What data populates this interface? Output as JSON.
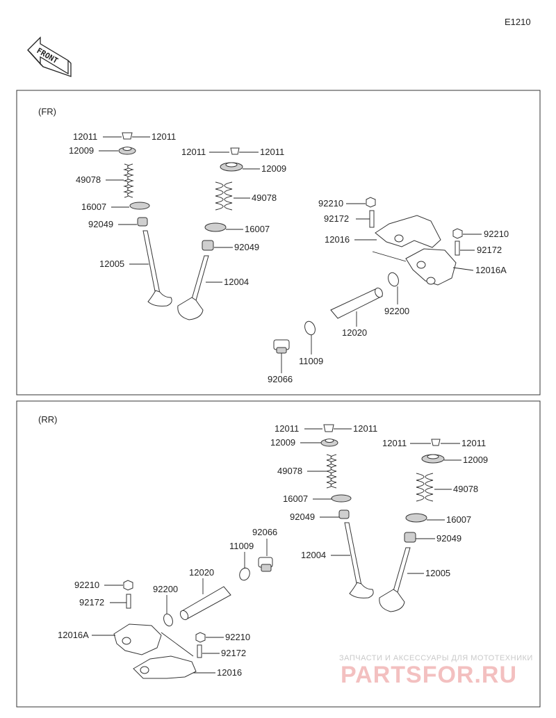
{
  "diagram_code": "E1210",
  "front_arrow": "FRONT",
  "sections": {
    "front": {
      "label": "(FR)"
    },
    "rear": {
      "label": "(RR)"
    }
  },
  "callouts": {
    "fr": {
      "a1": "12011",
      "a2": "12011",
      "a3": "12009",
      "a4": "49078",
      "a5": "16007",
      "a6": "92049",
      "a7": "12005",
      "b1": "12011",
      "b2": "12011",
      "b3": "12009",
      "b4": "49078",
      "b5": "16007",
      "b6": "92049",
      "b7": "12004",
      "c1": "92210",
      "c2": "92172",
      "c3": "12016",
      "c4": "92210",
      "c5": "92172",
      "c6": "12016A",
      "c7": "92200",
      "c8": "12020",
      "c9": "11009",
      "c10": "92066"
    },
    "rr": {
      "a1": "12011",
      "a2": "12011",
      "a3": "12009",
      "a4": "49078",
      "a5": "16007",
      "a6": "92049",
      "a7": "12004",
      "b1": "12011",
      "b2": "12011",
      "b3": "12009",
      "b4": "49078",
      "b5": "16007",
      "b6": "92049",
      "b7": "12005",
      "c1": "92066",
      "c2": "11009",
      "c3": "12020",
      "c4": "92200",
      "c5": "92210",
      "c6": "92172",
      "c7": "12016A",
      "c8": "92210",
      "c9": "92172",
      "c10": "12016"
    }
  },
  "watermark": {
    "line1": "ЗАПЧАСТИ И АКСЕССУАРЫ ДЛЯ МОТОТЕХНИКИ",
    "line2": "PARTSFOR.RU"
  }
}
